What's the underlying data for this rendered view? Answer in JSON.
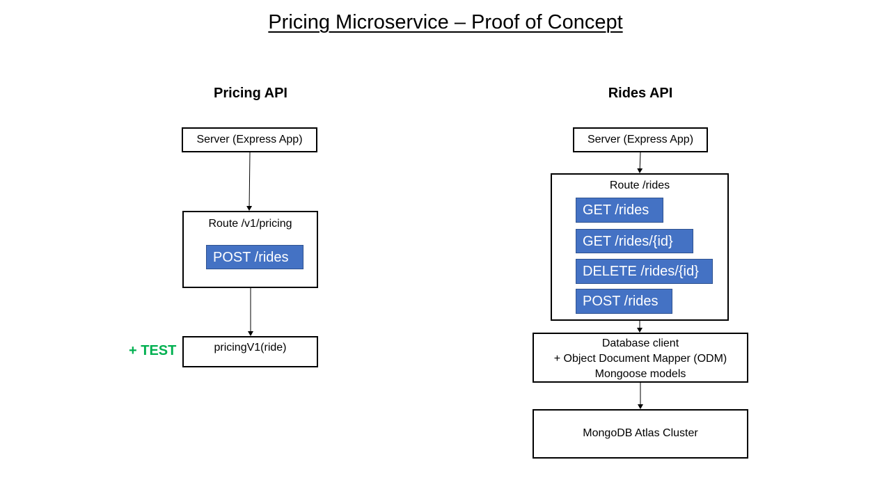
{
  "title": "Pricing Microservice – Proof of Concept",
  "pricing_api": {
    "heading": "Pricing API",
    "server": "Server (Express App)",
    "route": "Route /v1/pricing",
    "endpoints": [
      "POST /rides"
    ],
    "function": "pricingV1(ride)",
    "test_label": "+ TEST"
  },
  "rides_api": {
    "heading": "Rides API",
    "server": "Server (Express App)",
    "route": "Route /rides",
    "endpoints": [
      "GET /rides",
      "GET /rides/{id}",
      "DELETE /rides/{id}",
      "POST /rides"
    ],
    "db_client": {
      "line1": "Database client",
      "line2": "+ Object Document Mapper (ODM)",
      "line3": "Mongoose models"
    },
    "cluster": "MongoDB Atlas Cluster"
  },
  "colors": {
    "endpoint_fill": "#4472c4",
    "endpoint_border": "#2f528f",
    "test_green": "#00b050"
  }
}
